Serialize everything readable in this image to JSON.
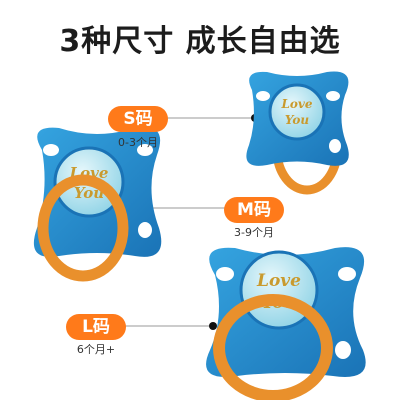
{
  "title": "3种尺寸 成长自由选",
  "colors": {
    "accent": "#ff7a1a",
    "shield": "#1e84c8",
    "ring": "#e9902c",
    "button": "#b9e6f0",
    "connector": "#999999"
  },
  "sizes": [
    {
      "label": "S码",
      "age": "0-3个月"
    },
    {
      "label": "M码",
      "age": "3-9个月"
    },
    {
      "label": "L码",
      "age": "6个月+"
    }
  ],
  "button_text": [
    "Love",
    "You"
  ]
}
